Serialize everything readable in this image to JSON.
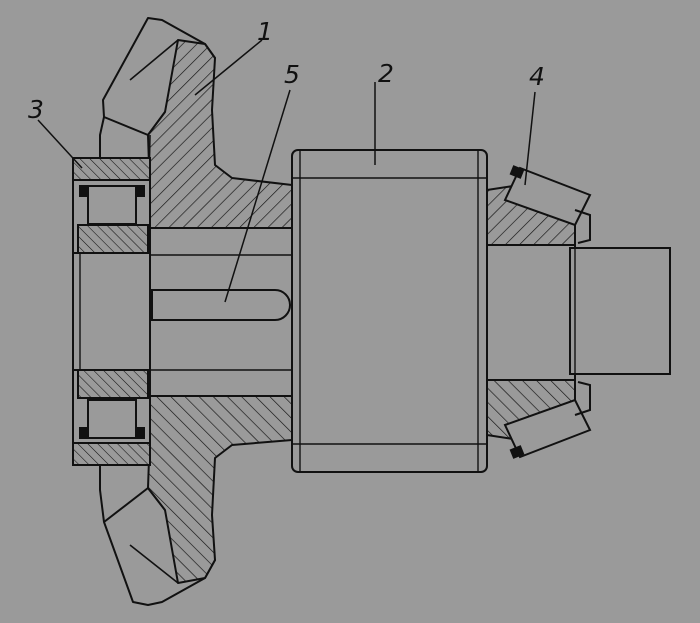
{
  "figure": {
    "background": "#9a9a9a",
    "outline_color": "#111111",
    "hatch_color": "#111111"
  },
  "callouts": {
    "c1": "1",
    "c2": "2",
    "c3": "3",
    "c4": "4",
    "c5": "5"
  }
}
